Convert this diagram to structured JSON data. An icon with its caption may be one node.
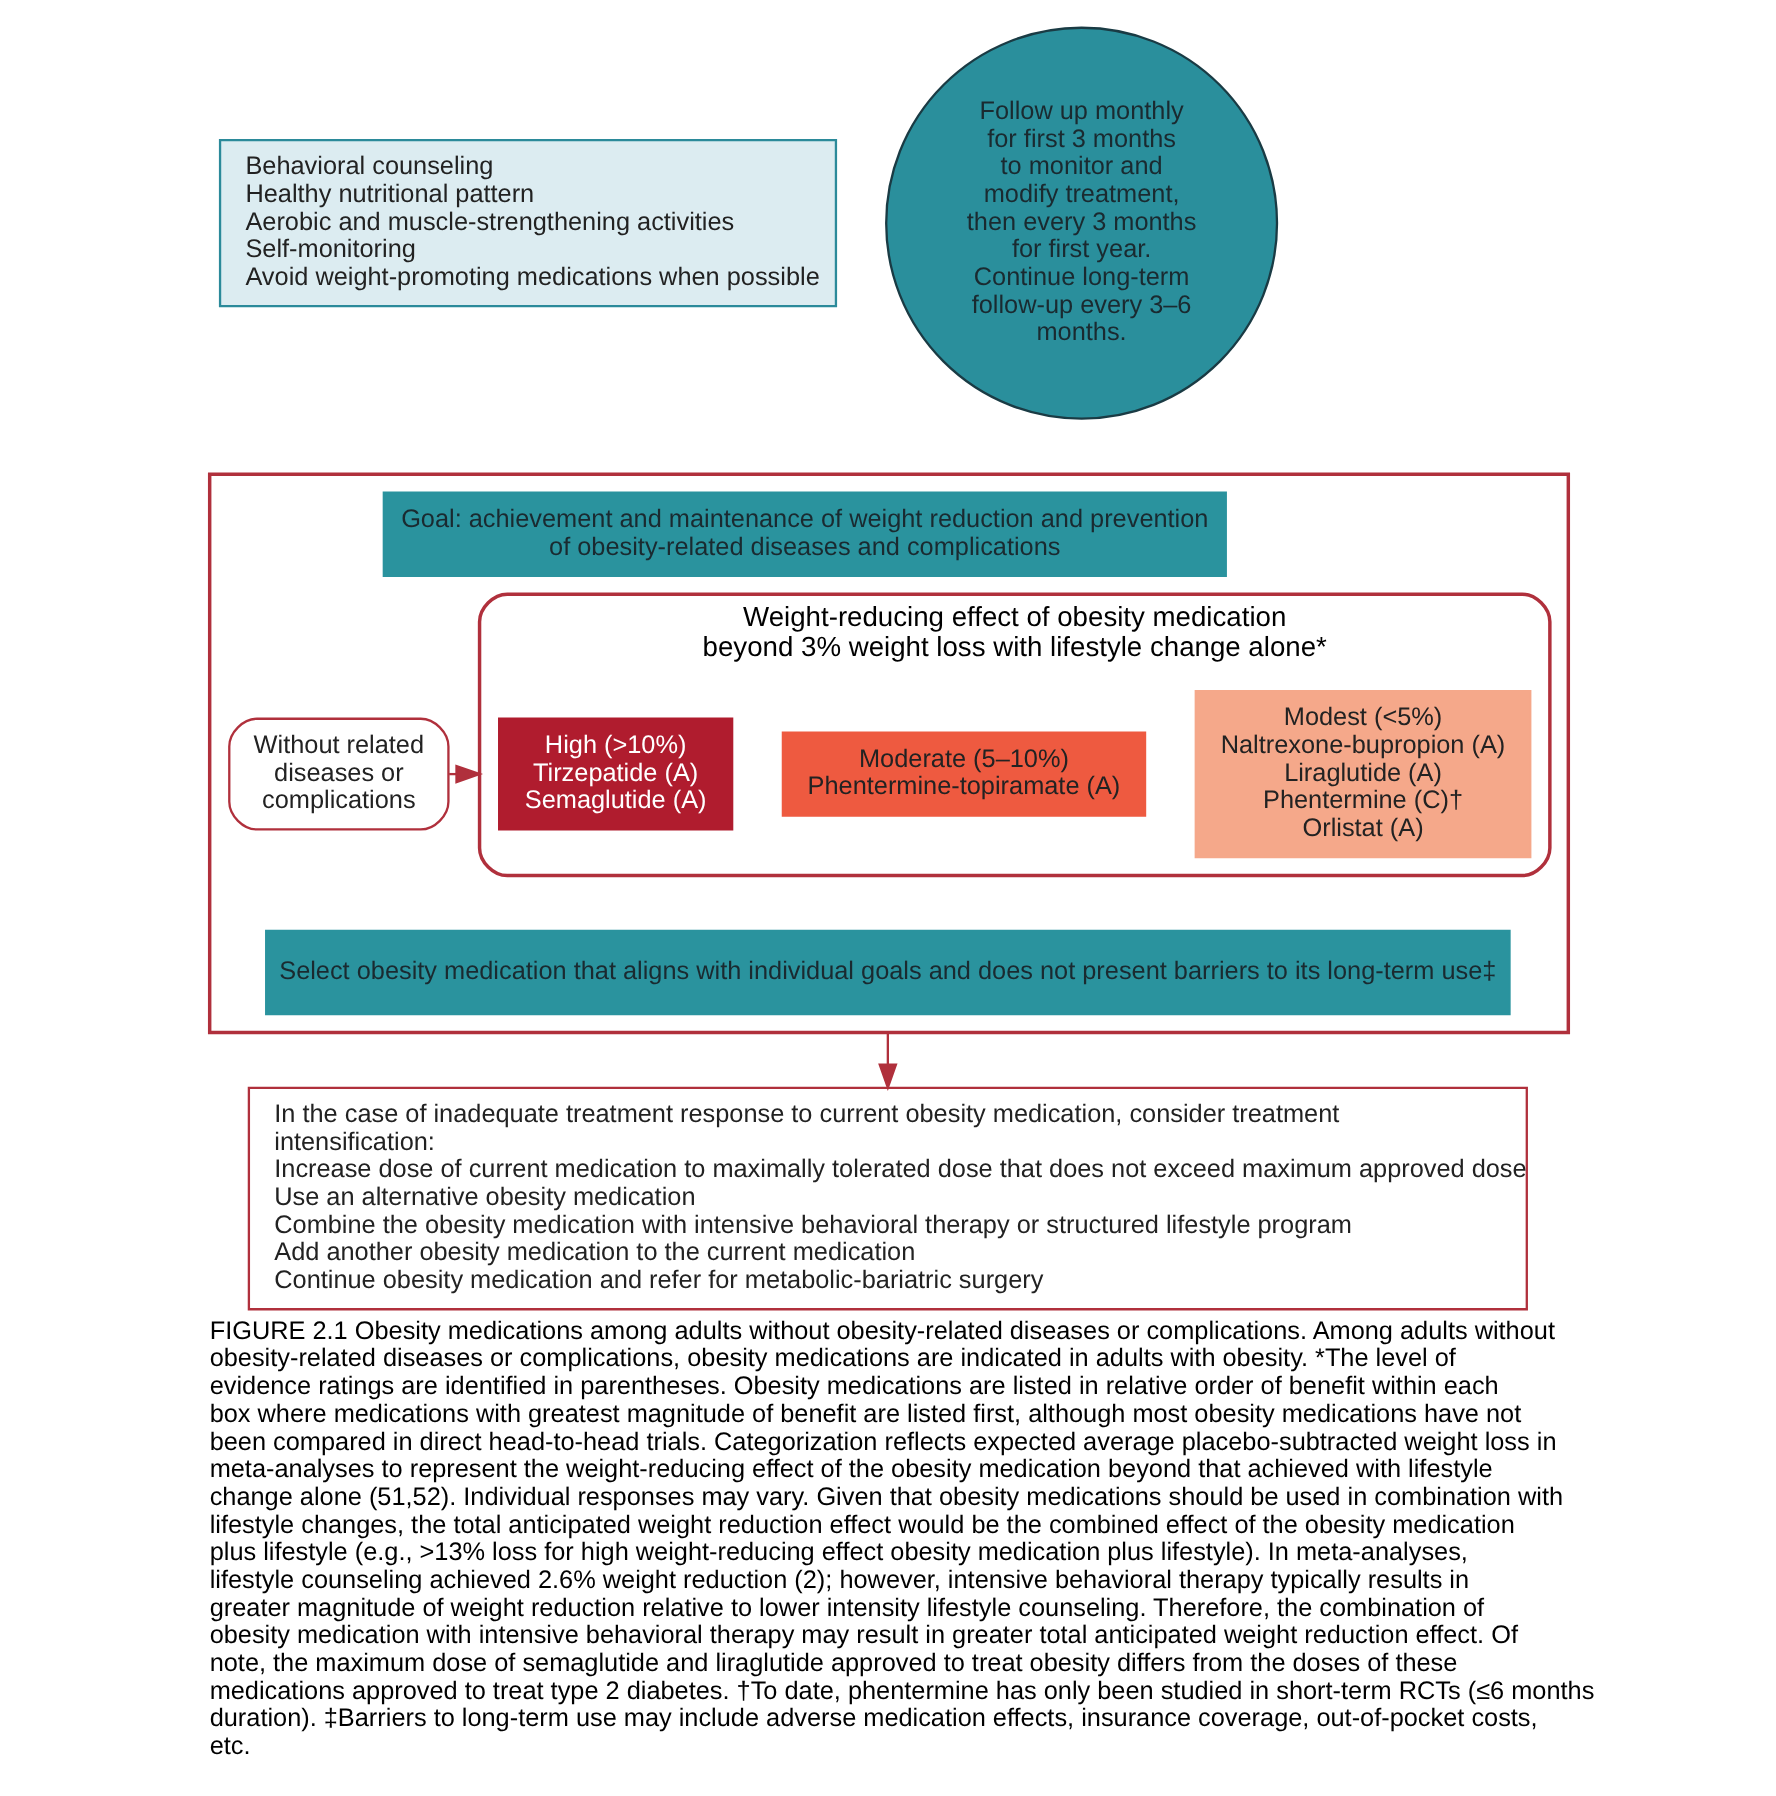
{
  "diagram": {
    "caption": "FIGURE 2.1 Obesity medications among adults without obesity-related diseases or complications. Among adults without obesity-related diseases or complications, obesity medications are indicated in adults with obesity. *The level of evidence ratings are identified in parentheses. Obesity medications are listed in relative order of benefit within each box where medications with greatest magnitude of benefit are listed first, although most obesity medications have not been compared in direct head-to-head trials. Categorization reflects expected average placebo-subtracted weight loss in meta-analyses to represent the weight-reducing effect of the obesity medication beyond that achieved with lifestyle change alone (51,52). Individual responses may vary. Given that obesity medications should be used in combination with lifestyle changes, the total anticipated weight reduction effect would be the combined effect of the obesity medication plus lifestyle (e.g., >13% loss for high weight-reducing effect obesity medication plus lifestyle). In meta-analyses, lifestyle counseling achieved 2.6% weight reduction (2); however, intensive behavioral therapy typically results in greater magnitude of weight reduction relative to lower intensity lifestyle counseling. Therefore, the combination of obesity medication with intensive behavioral therapy may result in greater total anticipated weight reduction effect. Of note, the maximum dose of semaglutide and liraglutide approved to treat obesity differs from the doses of these medications approved to treat type 2 diabetes. †To date, phentermine has only been studied in short-term RCTs (≤6 months duration). ‡Barriers to long-term use may include adverse medication effects, insurance coverage, out-of-pocket costs, etc.",
    "nodes": [
      {
        "text": [
          "Behavioral counseling",
          "Healthy nutritional pattern",
          "Aerobic and muscle-strengthening activities",
          "Self-monitoring",
          "Avoid weight-promoting medications when possible"
        ]
      },
      {
        "text": [
          "Follow up monthly for first 3 months to monitor and modify treatment, then every 3 months for first year.",
          "Continue long-term follow-up every 3–6 months."
        ]
      },
      {
        "text": [],
        "shape": "box"
      },
      {
        "text": [
          "Goal: achievement and maintenance of weight reduction and prevention of obesity-related diseases and complications"
        ],
        "in": 2
      },
      {
        "text": [
          "Without related diseases or complications"
        ],
        "in": 2
      },
      {
        "text": [
          "Weight-reducing effect of obesity medication beyond 3% weight loss with lifestyle change alone*"
        ],
        "in": 2
      },
      {
        "text": [
          "High (>10%)",
          "Tirzepatide (A)",
          "Semaglutide (A)"
        ],
        "in": 5
      },
      {
        "text": [
          "Moderate (5–10%)",
          "Phentermine-topiramate (A)"
        ],
        "in": 5
      },
      {
        "text": [
          "Modest (<5%)",
          "Naltrexone-bupropion (A)",
          "Liraglutide (A)",
          "Phentermine (C)†",
          "Orlistat (A)"
        ],
        "in": 5
      },
      {
        "text": [
          "Select obesity medication that aligns with individual goals and does not present barriers to its long-term use‡"
        ],
        "in": 2
      },
      {
        "text": [
          "In the case of inadequate treatment response to current obesity medication, consider treatment intensification:",
          "Increase dose of current medication to maximally tolerated dose that does not exceed maximum approved dose",
          "Use an alternative obesity medication",
          "Combine the obesity medication with intensive behavioral therapy or structured lifestyle program",
          "Add another obesity medication to the current medication",
          "Continue obesity medication and refer for metabolic-bariatric surgery"
        ]
      }
    ],
    "edges": [
      {
        "from": 4,
        "to": 5,
        "arrow": "to"
      },
      {
        "from": 2,
        "to": 10,
        "arrow": "to"
      }
    ]
  }
}
